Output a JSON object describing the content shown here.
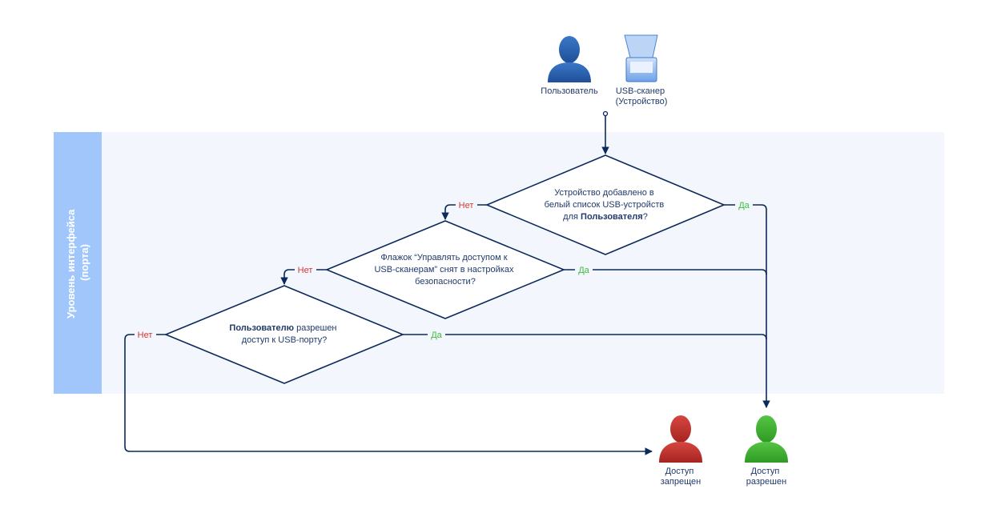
{
  "lane": {
    "title_line1": "Уровень интерфейса",
    "title_line2": "(порта)"
  },
  "actors": {
    "user_label": "Пользователь",
    "scanner_label_line1": "USB-сканер",
    "scanner_label_line2": "(Устройство)"
  },
  "decisions": [
    {
      "line1": "Устройство добавлено в",
      "line2": "белый список USB-устройств",
      "line3_prefix": "для ",
      "line3_bold": "Пользователя",
      "line3_suffix": "?"
    },
    {
      "line1": "Флажок “Управлять доступом к",
      "line2": "USB-сканерам” снят в настройках",
      "line3": "безопасности?"
    },
    {
      "line1_bold": "Пользователю",
      "line1_suffix": " разрешен",
      "line2": "доступ к USB-порту?"
    }
  ],
  "branch_labels": {
    "no": "Нет",
    "yes": "Да"
  },
  "outcomes": {
    "denied_line1": "Доступ",
    "denied_line2": "запрещен",
    "allowed_line1": "Доступ",
    "allowed_line2": "разрешен"
  },
  "colors": {
    "lane_header": "#a0c6fb",
    "lane_body": "#f3f7fd",
    "line": "#0b2a5b",
    "no_label": "#d23a33",
    "yes_label": "#3dbb3c",
    "user_blue": "#2c63b0",
    "denied_red": "#c8302c",
    "allowed_green": "#3fae2f",
    "text": "#1f3a6b"
  }
}
